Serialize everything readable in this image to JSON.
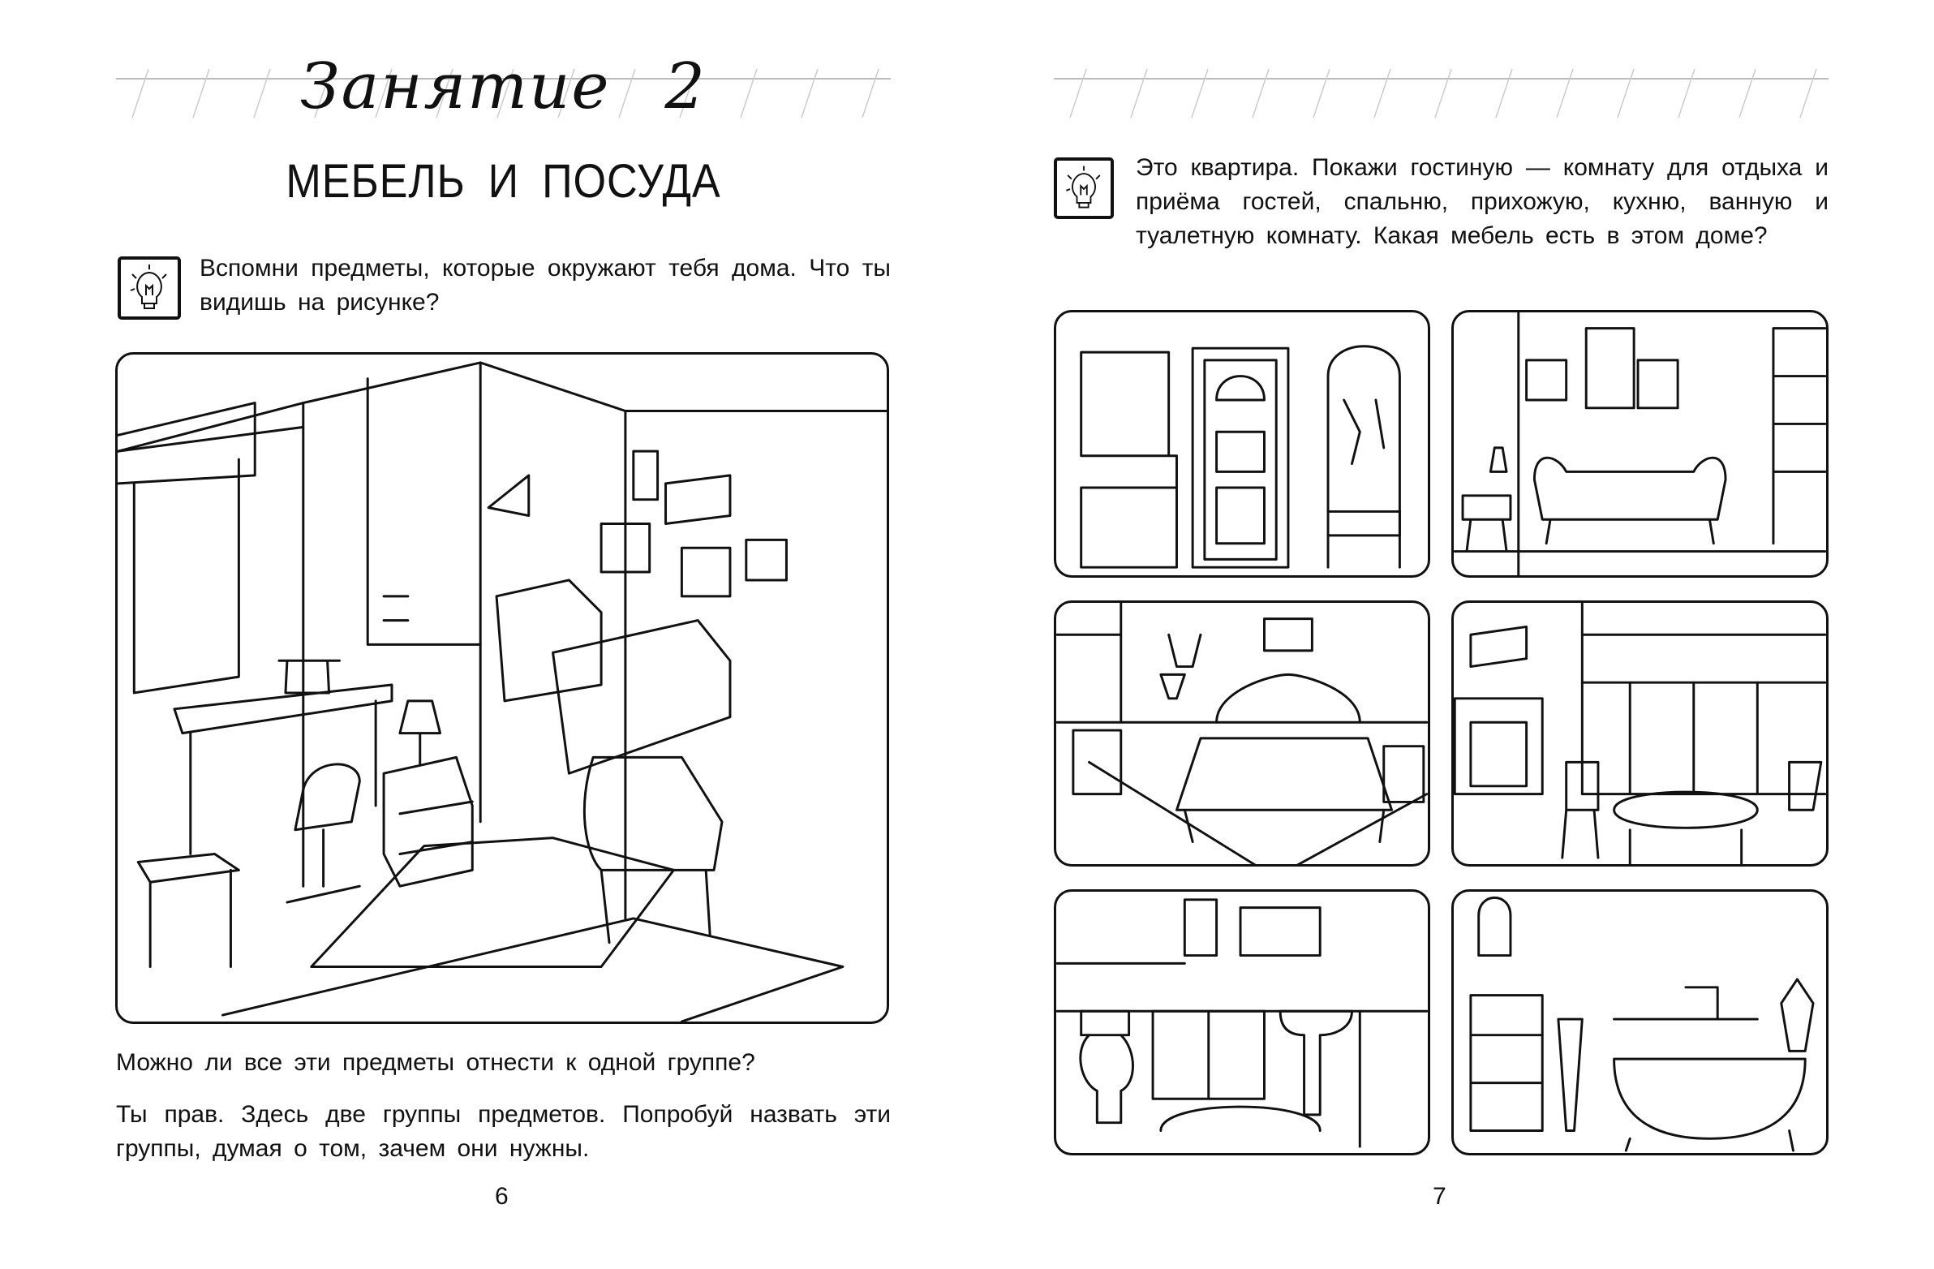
{
  "left_page": {
    "lesson_title": "Занятие 2",
    "topic_title": "МЕБЕЛЬ И ПОСУДА",
    "instruction_icon": "lightbulb-icon",
    "instruction_text": "Вспомни предметы, которые окружают тебя дома. Что ты видишь на рисунке?",
    "question_text": "Можно ли все эти предметы отнести к одной группе?",
    "answer_text": "Ты прав. Здесь две группы предметов. Попробуй назвать эти группы, думая о том, зачем они нужны.",
    "page_number": "6"
  },
  "right_page": {
    "instruction_icon": "lightbulb-icon",
    "instruction_text": "Это квартира. Покажи гостиную — комнату для отдыха и приёма гостей, спальню, прихожую, кухню, ванную и туалетную комнату. Какая мебель есть в этом доме?",
    "page_number": "7"
  }
}
